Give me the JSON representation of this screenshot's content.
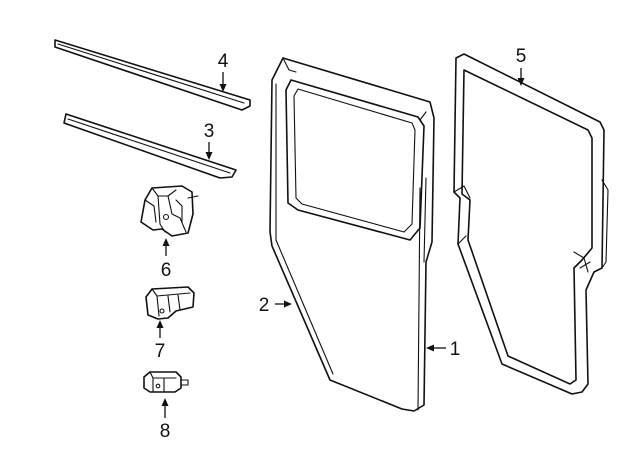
{
  "callouts": {
    "door_shell": "1",
    "door_panel": "2",
    "inner_belt_molding": "3",
    "outer_belt_molding": "4",
    "weatherstrip": "5",
    "upper_hinge": "6",
    "lower_hinge": "7",
    "door_check": "8"
  },
  "colors": {
    "line": "#111111",
    "background": "#ffffff"
  }
}
